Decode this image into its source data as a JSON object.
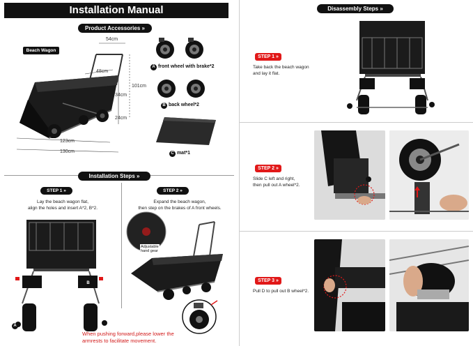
{
  "header": {
    "title": "Installation Manual",
    "disassembly_steps": "Disassembly Steps"
  },
  "accessories": {
    "title": "Product Accessories",
    "wagon_label": "Beach Wagon",
    "dimensions": {
      "top_width": "54cm",
      "inner_width": "48cm",
      "height_total": "101cm",
      "height_body": "34cm",
      "height_lower": "24cm",
      "length_body": "123cm",
      "length_total": "130cm"
    },
    "front_wheel": {
      "letter": "A",
      "label": "front wheel with brake*2"
    },
    "back_wheel": {
      "letter": "B",
      "label": "back wheel*2"
    },
    "mat": {
      "letter": "C",
      "label": "mat*1"
    }
  },
  "installation": {
    "title": "Installation Steps",
    "step1": {
      "label": "STEP 1",
      "line1": "Lay the beach wagon flat,",
      "line2": "align the holes and insert A*2, B*2.",
      "marker_a": "A",
      "marker_b": "B"
    },
    "step2": {
      "label": "STEP 2",
      "line1": "Expand the beach wagon,",
      "line2": "then step on the brakes of A front wheels.",
      "callout1": "Adjustable",
      "callout2": "hand gear"
    },
    "warning": {
      "line1": "When pushing forward,please lower the",
      "line2": "armrests to facilitate movement."
    }
  },
  "disassembly": {
    "step1": {
      "label": "STEP 1",
      "line1": "Take back the beach wagon",
      "line2": "and lay it flat."
    },
    "step2": {
      "label": "STEP 2",
      "line1": "Slide C left and right,",
      "line2": "then pull out A wheel*2."
    },
    "step3": {
      "label": "STEP 3",
      "line1": "Pull D to pull out B wheel*2."
    }
  },
  "icons": [
    "chevron-double-down-icon",
    "double-arrow-right-icon",
    "wagon-illustration",
    "wheel-icon",
    "mat-icon"
  ],
  "colors": {
    "accent": "#e11818",
    "banner": "#111111",
    "wagon": "#1a1a1a"
  }
}
